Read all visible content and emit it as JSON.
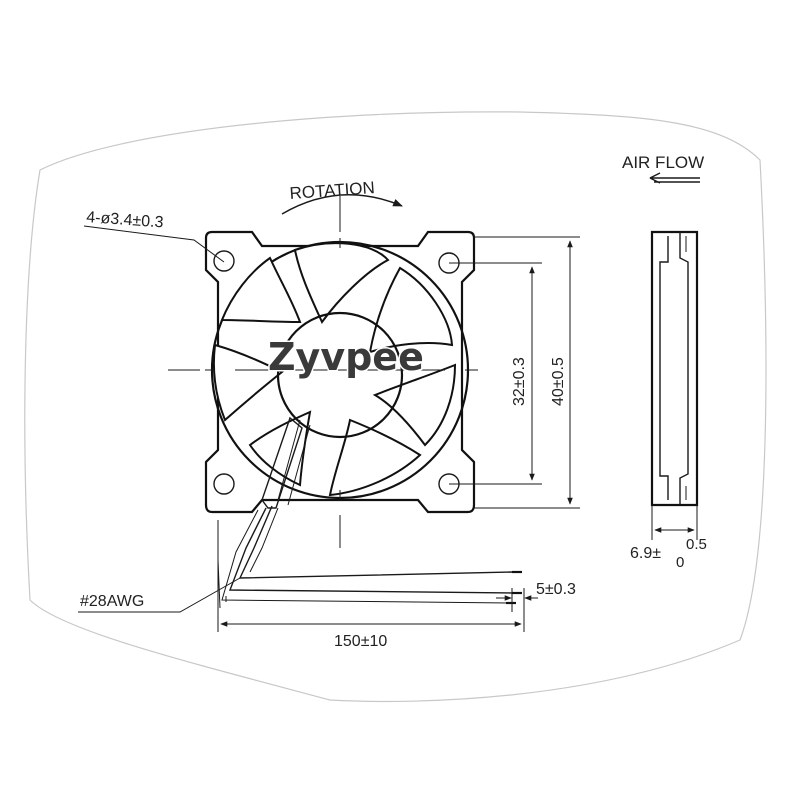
{
  "labels": {
    "rotation": "ROTATION",
    "air_flow": "AIR FLOW",
    "holes": "4-ø3.4±0.3",
    "hole_spacing": "32±0.3",
    "frame_size": "40±0.5",
    "thickness_base": "6.9±",
    "thickness_tol_upper": "0.5",
    "thickness_tol_lower": "0",
    "wire_gauge": "#28AWG",
    "wire_strip": "5±0.3",
    "cable_length": "150±10"
  },
  "watermark": "Zyvpee",
  "colors": {
    "ink": "#1a1a1a",
    "paper": "#ffffff",
    "sketch": "#c8c8c8"
  }
}
